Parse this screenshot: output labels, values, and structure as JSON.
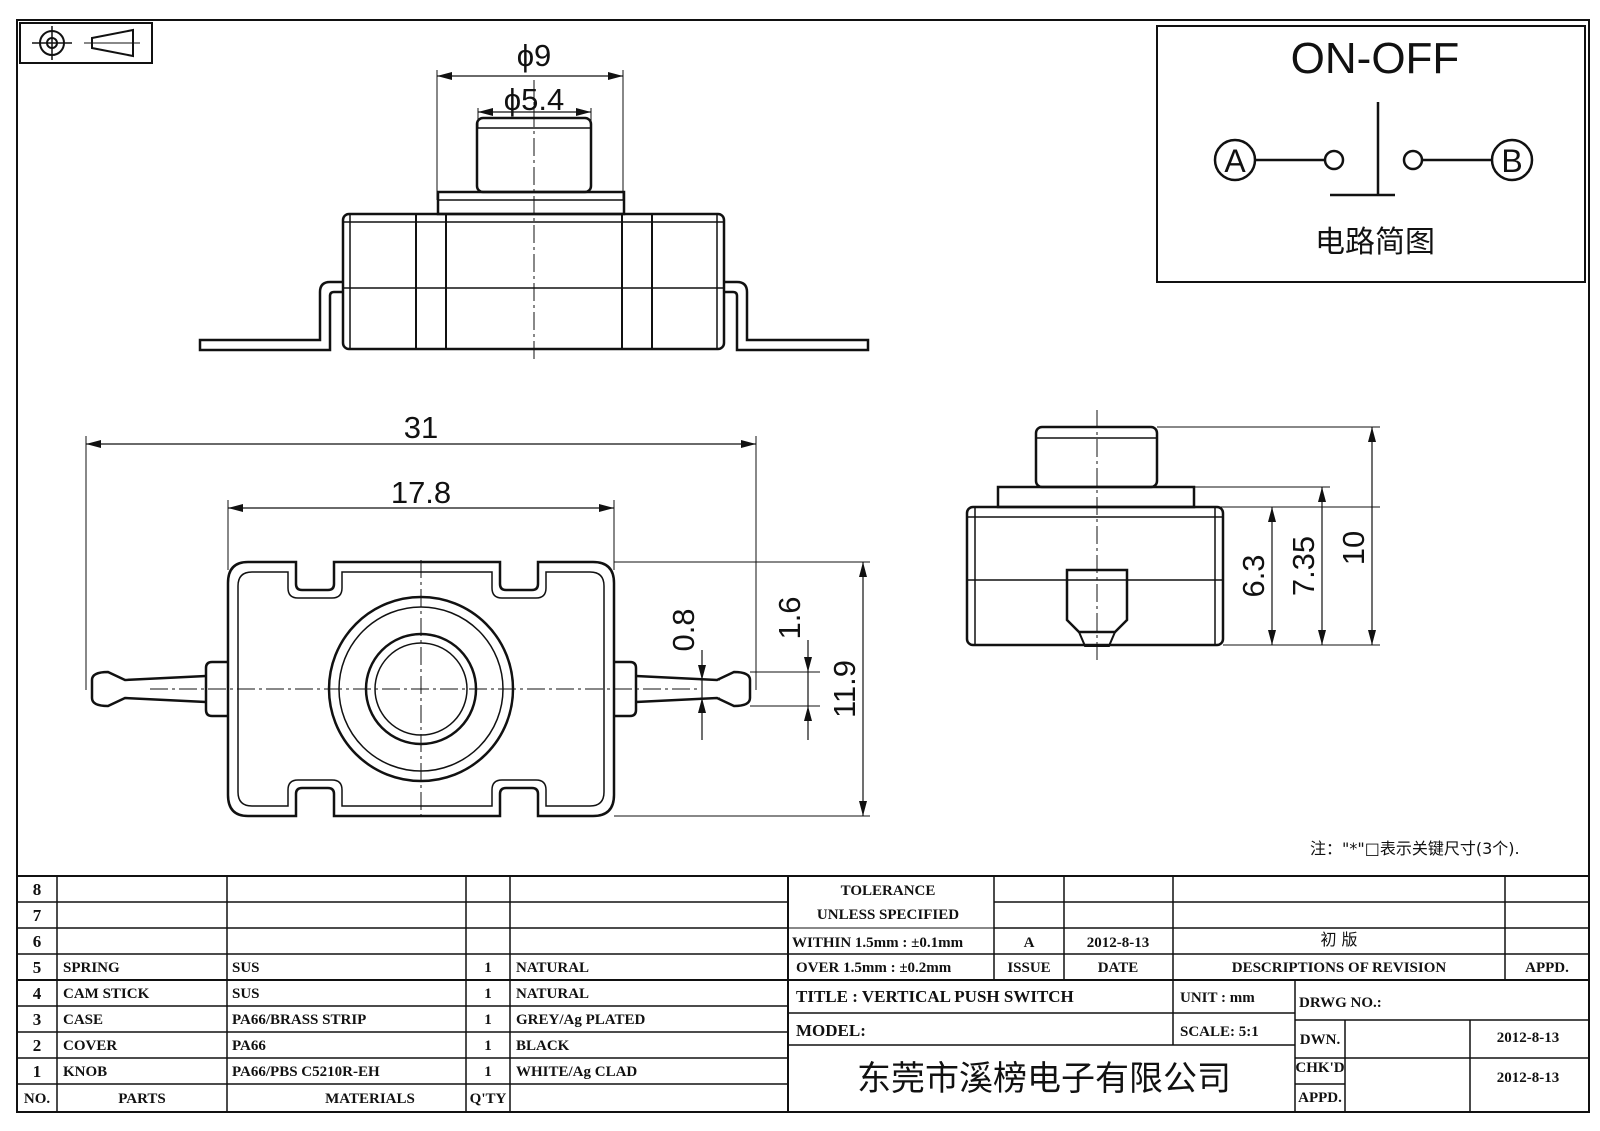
{
  "dimensions": {
    "top_outer_dia": "ϕ9",
    "top_inner_dia": "ϕ5.4",
    "overall_length": "31",
    "body_length": "17.8",
    "lead_width": "0.8",
    "lead_offset": "1.6",
    "body_width": "11.9",
    "height_a": "6.3",
    "height_b": "7.35",
    "height_c": "10"
  },
  "circuit": {
    "title": "ON-OFF",
    "terminal_a": "A",
    "terminal_b": "B",
    "caption": "电路简图"
  },
  "note": "注：\"*\"□表示关键尺寸(3个).",
  "parts_table": {
    "rows": [
      {
        "no": "8",
        "part": "",
        "material": "",
        "qty": "",
        "finish": ""
      },
      {
        "no": "7",
        "part": "",
        "material": "",
        "qty": "",
        "finish": ""
      },
      {
        "no": "6",
        "part": "",
        "material": "",
        "qty": "",
        "finish": ""
      },
      {
        "no": "5",
        "part": "SPRING",
        "material": "SUS",
        "qty": "1",
        "finish": "NATURAL"
      },
      {
        "no": "4",
        "part": "CAM STICK",
        "material": "SUS",
        "qty": "1",
        "finish": "NATURAL"
      },
      {
        "no": "3",
        "part": "CASE",
        "material": "PA66/BRASS STRIP",
        "qty": "1",
        "finish": "GREY/Ag PLATED"
      },
      {
        "no": "2",
        "part": "COVER",
        "material": "PA66",
        "qty": "1",
        "finish": "BLACK"
      },
      {
        "no": "1",
        "part": "KNOB",
        "material": "PA66/PBS C5210R-EH",
        "qty": "1",
        "finish": "WHITE/Ag CLAD"
      }
    ],
    "headers": {
      "no": "NO.",
      "parts": "PARTS",
      "materials": "MATERIALS",
      "qty": "Q'TY"
    }
  },
  "title_block": {
    "tolerance_1": "TOLERANCE",
    "tolerance_2": "UNLESS  SPECIFIED",
    "within": "WITHIN 1.5mm : ±0.1mm",
    "over": "OVER 1.5mm : ±0.2mm",
    "issue_value": "A",
    "date_value": "2012-8-13",
    "revision_value": "初  版",
    "issue_label": "ISSUE",
    "date_label": "DATE",
    "desc_label": "DESCRIPTIONS OF REVISION",
    "appd_label": "APPD.",
    "title": "TITLE :  VERTICAL PUSH SWITCH",
    "unit": "UNIT :  mm",
    "drwg_no": "DRWG NO.:",
    "model": "MODEL:",
    "scale": "SCALE:  5:1",
    "dwn_label": "DWN.",
    "dwn_date": "2012-8-13",
    "chk_label": "CHK'D",
    "chk_date": "2012-8-13",
    "appd2_label": "APPD.",
    "company": "东莞市溪榜电子有限公司"
  }
}
